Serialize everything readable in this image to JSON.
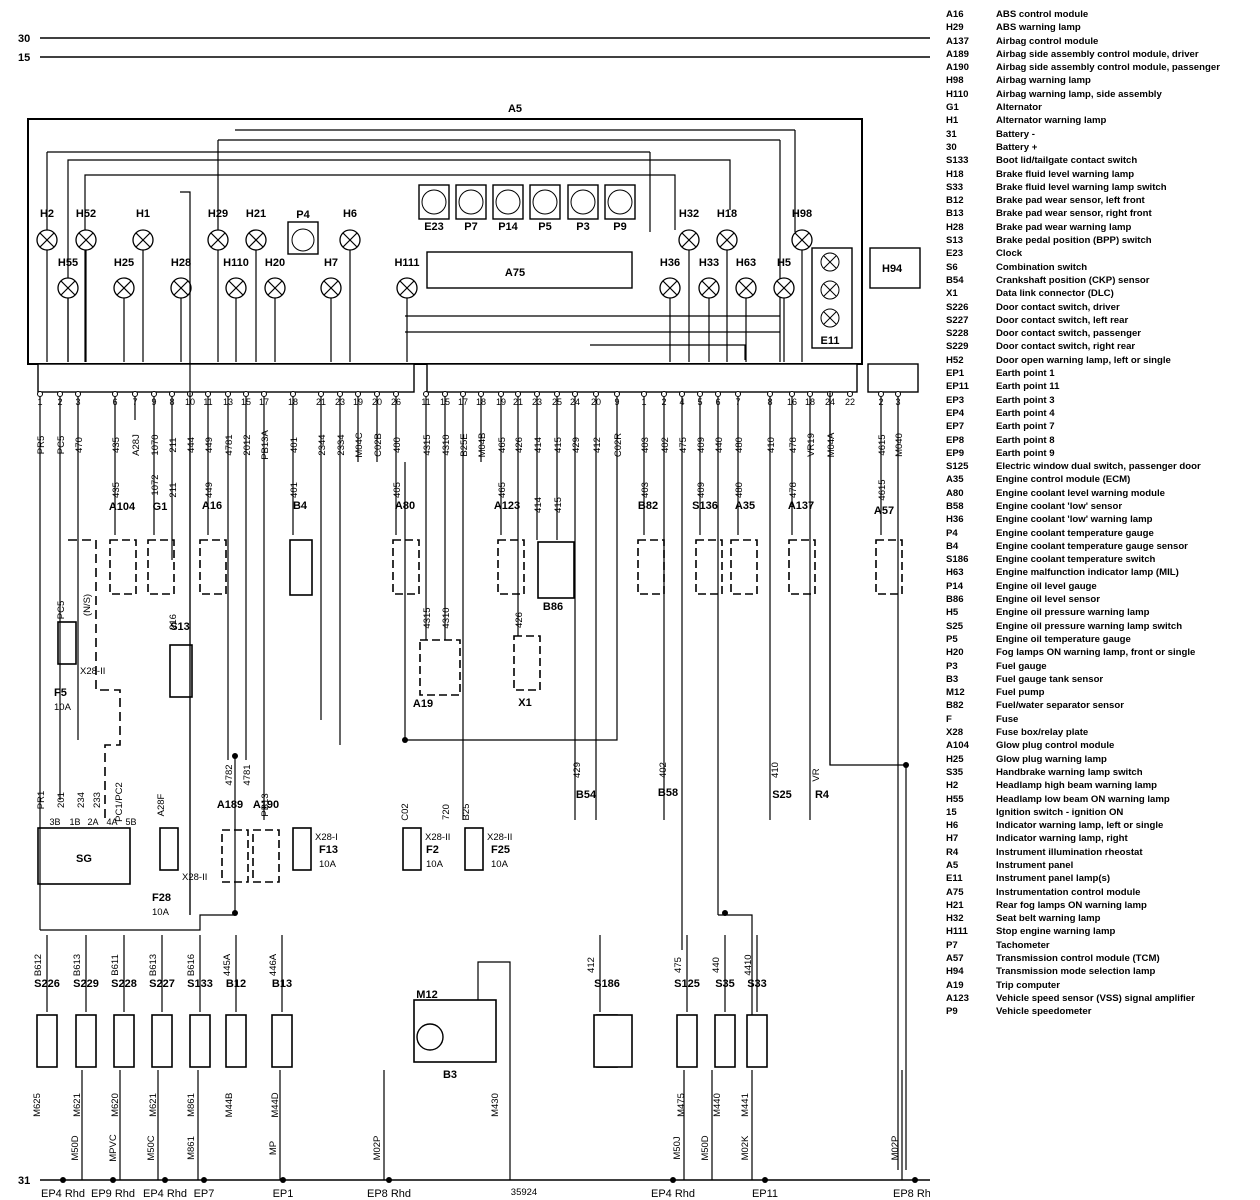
{
  "rails": {
    "top": "30",
    "second": "15",
    "ground": "31"
  },
  "instrument_panel": {
    "label": "A5",
    "lamps_upper": [
      "H2",
      "H52",
      "H1",
      "H29",
      "H21",
      "H6",
      "H32",
      "H18",
      "H98"
    ],
    "lamps_lower": [
      "H55",
      "H25",
      "H28",
      "H110",
      "H20",
      "H7",
      "H111",
      "H36",
      "H33",
      "H63",
      "H5"
    ],
    "gauge_p4": "P4",
    "gauges": [
      "E23",
      "P7",
      "P14",
      "P5",
      "P3",
      "P9"
    ],
    "module": "A75",
    "illumination": "E11",
    "tcm_lamp": "H94"
  },
  "connector_pins_left": [
    "1",
    "2",
    "3",
    "6",
    "7",
    "9",
    "8",
    "10",
    "11",
    "13",
    "15",
    "17",
    "18",
    "21",
    "23",
    "19",
    "20",
    "26"
  ],
  "connector_pins_mid": [
    "11",
    "15",
    "17",
    "18",
    "19",
    "21",
    "23",
    "25",
    "24",
    "20",
    "9",
    "1",
    "2",
    "4",
    "5",
    "6",
    "7",
    "8",
    "16",
    "18",
    "24",
    "22"
  ],
  "connector_pins_right": [
    "2",
    "3"
  ],
  "wires_top_left": [
    "PR5",
    "PC5",
    "470",
    "435",
    "A28J",
    "1070",
    "211",
    "444",
    "449",
    "4781",
    "2012",
    "PB13A",
    "401",
    "2344",
    "2334",
    "M04C",
    "C02B",
    "400"
  ],
  "wires_top_mid": [
    "4315",
    "4310",
    "B25E",
    "M04B",
    "465",
    "426",
    "414",
    "415",
    "429",
    "412",
    "C02R",
    "403",
    "402",
    "475",
    "409",
    "440",
    "480",
    "410",
    "478",
    "VR19",
    "M04A"
  ],
  "wires_top_right": [
    "4615",
    "M040"
  ],
  "wire_labels_mid": [
    "435",
    "1072",
    "211",
    "449",
    "401",
    "405",
    "465",
    "414",
    "415",
    "403",
    "409",
    "480",
    "478",
    "4615",
    "4315",
    "4310",
    "426",
    "216",
    "PC5",
    "(N/S)",
    "4782",
    "4781",
    "PR1",
    "201",
    "234",
    "233",
    "PC1/PC2",
    "A28F",
    "PB13",
    "C02",
    "720",
    "B25",
    "429",
    "402",
    "410",
    "VR"
  ],
  "components_mid": [
    "A104",
    "G1",
    "A16",
    "B4",
    "A80",
    "A123",
    "B82",
    "S136",
    "A35",
    "A137",
    "A57",
    "S13",
    "B86",
    "A19",
    "X1",
    "B54",
    "B58",
    "S25",
    "R4"
  ],
  "fuses": [
    {
      "name": "F5",
      "box": "X28-II",
      "rating": "10A"
    },
    {
      "name": "F28",
      "box": "X28-II",
      "rating": "10A"
    },
    {
      "name": "F13",
      "box": "X28-I",
      "rating": "10A"
    },
    {
      "name": "F2",
      "box": "X28-II",
      "rating": "10A"
    },
    {
      "name": "F25",
      "box": "X28-II",
      "rating": "10A"
    }
  ],
  "lower_blocks": [
    "SG",
    "A189",
    "A190"
  ],
  "sg_pins": [
    "3B",
    "1B",
    "2A",
    "4A",
    "5B"
  ],
  "bottom_switches": [
    "S226",
    "S229",
    "S228",
    "S227",
    "S133",
    "B12",
    "B13",
    "M12",
    "B3",
    "S186",
    "S125",
    "S35",
    "S33"
  ],
  "bottom_wires_top": [
    "B612",
    "B613",
    "B611",
    "B613",
    "B616",
    "445A",
    "446A",
    "412",
    "475",
    "440",
    "4410"
  ],
  "bottom_wires_low": [
    "M625",
    "M621",
    "M620",
    "M621",
    "M861",
    "M44B",
    "M44D",
    "M430",
    "M475",
    "M440",
    "M441"
  ],
  "ground_labels": [
    "M50D",
    "MPVC",
    "M50C",
    "M861",
    "MP",
    "M02P",
    "M50J",
    "M50D",
    "M02K",
    "M02P"
  ],
  "earth_points": [
    "EP4 Rhd",
    "EP9 Rhd",
    "EP4 Rhd",
    "EP7",
    "EP1",
    "EP8 Rhd",
    "EP4 Rhd",
    "EP11",
    "EP8 Rhd"
  ],
  "diagram_number": "35924",
  "legend": [
    {
      "code": "A16",
      "desc": "ABS control module"
    },
    {
      "code": "H29",
      "desc": "ABS warning lamp"
    },
    {
      "code": "A137",
      "desc": "Airbag control module"
    },
    {
      "code": "A189",
      "desc": "Airbag side assembly control module, driver"
    },
    {
      "code": "A190",
      "desc": "Airbag side assembly control module, passenger"
    },
    {
      "code": "H98",
      "desc": "Airbag warning lamp"
    },
    {
      "code": "H110",
      "desc": "Airbag warning lamp, side assembly"
    },
    {
      "code": "G1",
      "desc": "Alternator"
    },
    {
      "code": "H1",
      "desc": "Alternator warning lamp"
    },
    {
      "code": "31",
      "desc": "Battery -"
    },
    {
      "code": "30",
      "desc": "Battery +"
    },
    {
      "code": "S133",
      "desc": "Boot lid/tailgate contact switch"
    },
    {
      "code": "H18",
      "desc": "Brake fluid level warning lamp"
    },
    {
      "code": "S33",
      "desc": "Brake fluid level warning lamp switch"
    },
    {
      "code": "B12",
      "desc": "Brake pad wear sensor, left front"
    },
    {
      "code": "B13",
      "desc": "Brake pad wear sensor, right front"
    },
    {
      "code": "H28",
      "desc": "Brake pad wear warning lamp"
    },
    {
      "code": "S13",
      "desc": "Brake pedal position (BPP) switch"
    },
    {
      "code": "E23",
      "desc": "Clock"
    },
    {
      "code": "S6",
      "desc": "Combination switch"
    },
    {
      "code": "B54",
      "desc": "Crankshaft position (CKP) sensor"
    },
    {
      "code": "X1",
      "desc": "Data link connector (DLC)"
    },
    {
      "code": "S226",
      "desc": "Door contact switch, driver"
    },
    {
      "code": "S227",
      "desc": "Door contact switch, left rear"
    },
    {
      "code": "S228",
      "desc": "Door contact switch, passenger"
    },
    {
      "code": "S229",
      "desc": "Door contact switch, right rear"
    },
    {
      "code": "H52",
      "desc": "Door open warning lamp, left or single"
    },
    {
      "code": "EP1",
      "desc": "Earth point 1"
    },
    {
      "code": "EP11",
      "desc": "Earth point 11"
    },
    {
      "code": "EP3",
      "desc": "Earth point 3"
    },
    {
      "code": "EP4",
      "desc": "Earth point 4"
    },
    {
      "code": "EP7",
      "desc": "Earth point 7"
    },
    {
      "code": "EP8",
      "desc": "Earth point 8"
    },
    {
      "code": "EP9",
      "desc": "Earth point 9"
    },
    {
      "code": "S125",
      "desc": "Electric window dual switch, passenger door"
    },
    {
      "code": "A35",
      "desc": "Engine control module (ECM)"
    },
    {
      "code": "A80",
      "desc": "Engine coolant level warning module"
    },
    {
      "code": "B58",
      "desc": "Engine coolant 'low' sensor"
    },
    {
      "code": "H36",
      "desc": "Engine coolant 'low' warning lamp"
    },
    {
      "code": "P4",
      "desc": "Engine coolant temperature gauge"
    },
    {
      "code": "B4",
      "desc": "Engine coolant temperature gauge sensor"
    },
    {
      "code": "S186",
      "desc": "Engine coolant temperature switch"
    },
    {
      "code": "H63",
      "desc": "Engine malfunction indicator lamp (MIL)"
    },
    {
      "code": "P14",
      "desc": "Engine oil level gauge"
    },
    {
      "code": "B86",
      "desc": "Engine oil level sensor"
    },
    {
      "code": "H5",
      "desc": "Engine oil pressure warning lamp"
    },
    {
      "code": "S25",
      "desc": "Engine oil pressure warning lamp switch"
    },
    {
      "code": "P5",
      "desc": "Engine oil temperature gauge"
    },
    {
      "code": "H20",
      "desc": "Fog lamps ON warning lamp, front or single"
    },
    {
      "code": "P3",
      "desc": "Fuel gauge"
    },
    {
      "code": "B3",
      "desc": "Fuel gauge tank sensor"
    },
    {
      "code": "M12",
      "desc": "Fuel pump"
    },
    {
      "code": "B82",
      "desc": "Fuel/water separator sensor"
    },
    {
      "code": "F",
      "desc": "Fuse"
    },
    {
      "code": "X28",
      "desc": "Fuse box/relay plate"
    },
    {
      "code": "A104",
      "desc": "Glow plug control module"
    },
    {
      "code": "H25",
      "desc": "Glow plug warning lamp"
    },
    {
      "code": "S35",
      "desc": "Handbrake warning lamp switch"
    },
    {
      "code": "H2",
      "desc": "Headlamp high beam warning lamp"
    },
    {
      "code": "H55",
      "desc": "Headlamp low beam ON warning lamp"
    },
    {
      "code": "15",
      "desc": "Ignition switch - ignition ON"
    },
    {
      "code": "H6",
      "desc": "Indicator warning lamp, left or single"
    },
    {
      "code": "H7",
      "desc": "Indicator warning lamp, right"
    },
    {
      "code": "R4",
      "desc": "Instrument illumination rheostat"
    },
    {
      "code": "A5",
      "desc": "Instrument panel"
    },
    {
      "code": "E11",
      "desc": "Instrument panel lamp(s)"
    },
    {
      "code": "A75",
      "desc": "Instrumentation control module"
    },
    {
      "code": "H21",
      "desc": "Rear fog lamps ON warning lamp"
    },
    {
      "code": "H32",
      "desc": "Seat belt warning lamp"
    },
    {
      "code": "H111",
      "desc": "Stop engine warning lamp"
    },
    {
      "code": "P7",
      "desc": "Tachometer"
    },
    {
      "code": "A57",
      "desc": "Transmission control module (TCM)"
    },
    {
      "code": "H94",
      "desc": "Transmission mode selection lamp"
    },
    {
      "code": "A19",
      "desc": "Trip computer"
    },
    {
      "code": "A123",
      "desc": "Vehicle speed sensor (VSS) signal amplifier"
    },
    {
      "code": "P9",
      "desc": "Vehicle speedometer"
    }
  ]
}
